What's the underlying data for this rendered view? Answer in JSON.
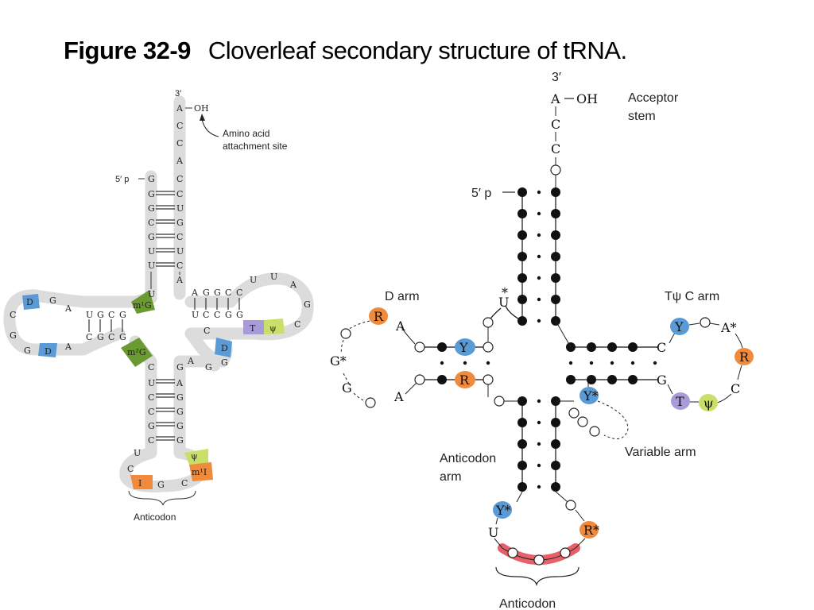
{
  "title": {
    "figure": "Figure 32-9",
    "caption": "Cloverleaf secondary structure of tRNA."
  },
  "left_diagram": {
    "end_3": "3′",
    "end_5": "5′ p",
    "oh": "OH",
    "amino_label_1": "Amino acid",
    "amino_label_2": "attachment site",
    "anticodon_label": "Anticodon",
    "acceptor_5_strand": [
      "G",
      "G",
      "G",
      "C",
      "G",
      "U",
      "U"
    ],
    "acceptor_3_strand": [
      "A",
      "C",
      "C",
      "A",
      "C",
      "C",
      "U",
      "G",
      "C",
      "U",
      "C"
    ],
    "stem_5_bottom": "U",
    "d_stem_top": [
      "U",
      "G",
      "C",
      "G"
    ],
    "d_stem_bottom": [
      "C",
      "G",
      "C",
      "G"
    ],
    "d_loop": [
      "D",
      "G",
      "A",
      "C",
      "G",
      "G",
      "D",
      "A"
    ],
    "mod_m1g": "m¹G",
    "mod_m2g": "m²G",
    "t_stem_top": [
      "A",
      "G",
      "G",
      "C",
      "C"
    ],
    "t_stem_bottom": [
      "U",
      "C",
      "C",
      "G",
      "G"
    ],
    "t_loop": [
      "U",
      "U",
      "A",
      "G",
      "C",
      "ψ",
      "T"
    ],
    "var_loop": [
      "A",
      "G",
      "G",
      "D",
      "C"
    ],
    "ac_stem_left": [
      "C",
      "U",
      "C",
      "C",
      "G"
    ],
    "ac_stem_right": [
      "G",
      "A",
      "G",
      "G",
      "G"
    ],
    "ac_loop": [
      "U",
      "C",
      "I",
      "G",
      "C",
      "m¹I",
      "ψ"
    ],
    "colors": {
      "D": "#5b9bd5",
      "green": "#6b9a32",
      "T": "#a89bd8",
      "psi": "#c8e06a",
      "I": "#f08a3c",
      "m1I": "#f08a3c",
      "backbone": "#dcdcdc"
    }
  },
  "right_diagram": {
    "end_3": "3′",
    "end_5": "5′ p",
    "acceptor_top": [
      "A",
      "C",
      "C"
    ],
    "oh": "OH",
    "acceptor_label_1": "Acceptor",
    "acceptor_label_2": "stem",
    "d_arm_label": "D arm",
    "t_arm_label": "Tψ C arm",
    "variable_arm_label": "Variable arm",
    "anticodon_arm_label_1": "Anticodon",
    "anticodon_arm_label_2": "arm",
    "anticodon_label": "Anticodon",
    "u_star": "U",
    "star": "*",
    "d_loop": {
      "r": "R",
      "a1": "A",
      "g": "G*",
      "g2": "G",
      "a2": "A",
      "y": "Y",
      "r2": "R"
    },
    "t_loop": {
      "y": "Y",
      "a": "A*",
      "r": "R",
      "c": "C",
      "psi": "ψ",
      "t": "T",
      "c_stem": "C",
      "g_stem": "G"
    },
    "var": {
      "y": "Y*"
    },
    "ac_loop": {
      "y": "Y*",
      "u": "U",
      "r": "R*"
    },
    "colors": {
      "Y": "#5b9bd5",
      "R": "#f08a3c",
      "T": "#a89bd8",
      "psi": "#c8e06a",
      "anticodon_bar": "#e65f6a"
    }
  }
}
